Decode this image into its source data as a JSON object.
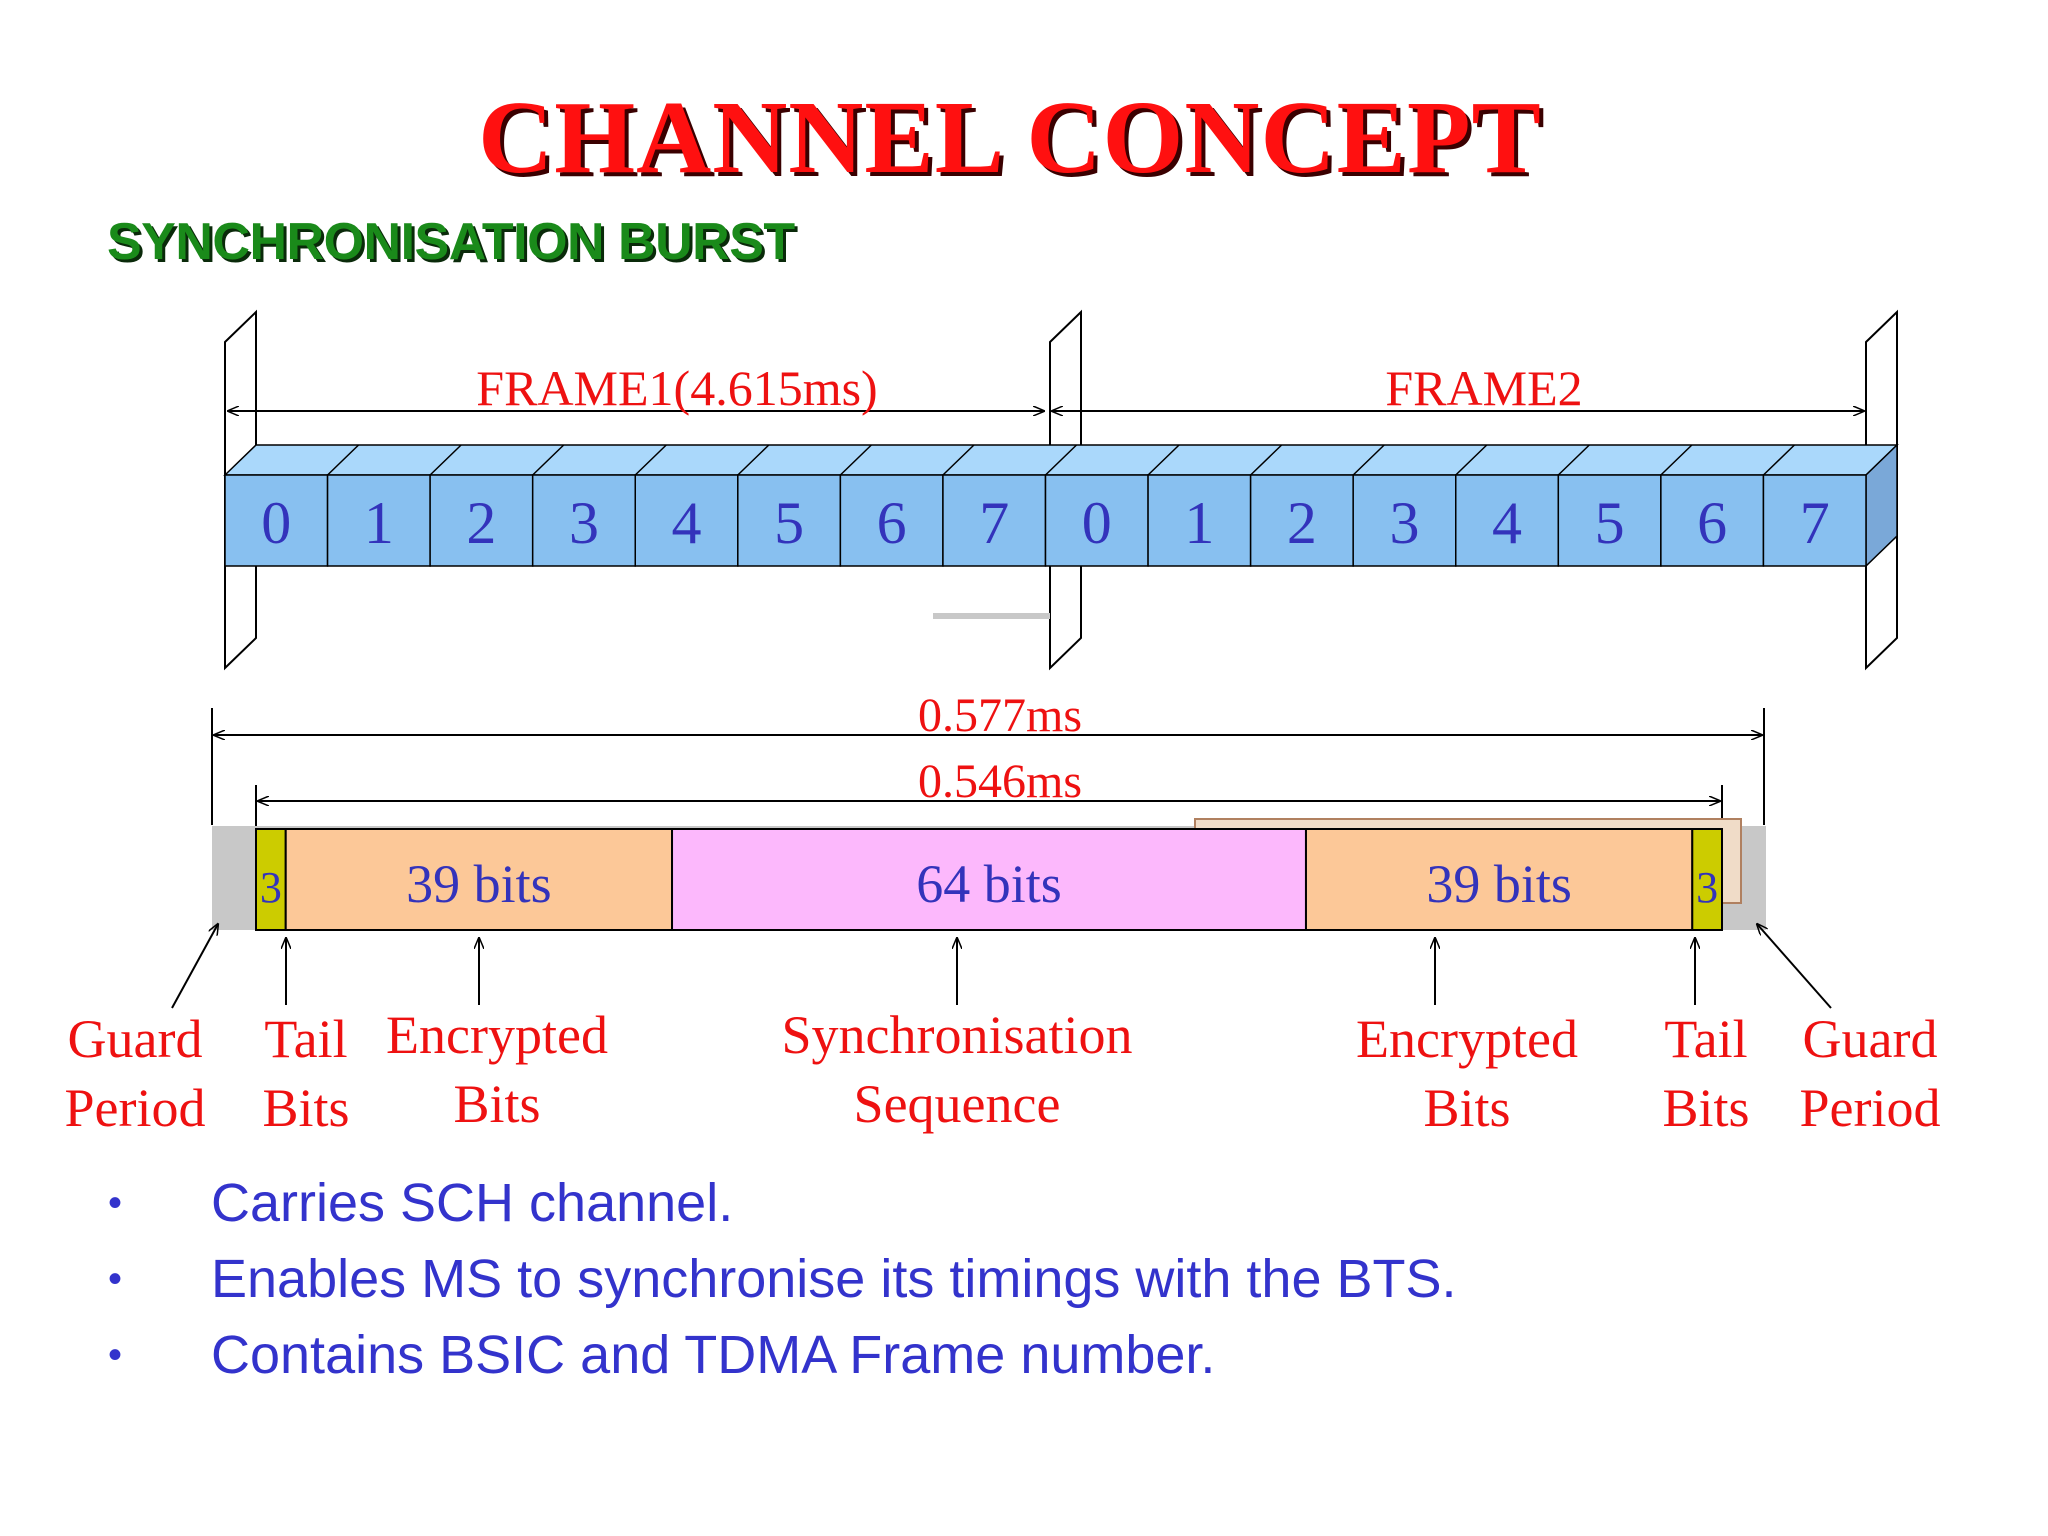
{
  "title": "CHANNEL CONCEPT",
  "subtitle": "SYNCHRONISATION BURST",
  "frames": {
    "frame1_label": "FRAME1(4.615ms)",
    "frame2_label": "FRAME2",
    "slots": [
      "0",
      "1",
      "2",
      "3",
      "4",
      "5",
      "6",
      "7",
      "0",
      "1",
      "2",
      "3",
      "4",
      "5",
      "6",
      "7"
    ],
    "slot_color": "#88c0f0"
  },
  "burst": {
    "duration_total": "0.577ms",
    "duration_useful": "0.546ms",
    "fields": [
      {
        "text": "3",
        "bits": 3,
        "color": "#cccc00"
      },
      {
        "text": "39 bits",
        "bits": 39,
        "color": "#fcc898"
      },
      {
        "text": "64 bits",
        "bits": 64,
        "color": "#fcb8fc"
      },
      {
        "text": "39 bits",
        "bits": 39,
        "color": "#fcc898"
      },
      {
        "text": "3",
        "bits": 3,
        "color": "#cccc00"
      }
    ],
    "guard_color": "#c8c8c8"
  },
  "labels": {
    "guard_left": [
      "Guard",
      "Period"
    ],
    "tail_left": [
      "Tail",
      "Bits"
    ],
    "encrypted_left": [
      "Encrypted",
      "Bits"
    ],
    "sync_sequence": [
      "Synchronisation",
      "Sequence"
    ],
    "encrypted_right": [
      "Encrypted",
      "Bits"
    ],
    "tail_right": [
      "Tail",
      "Bits"
    ],
    "guard_right": [
      "Guard",
      "Period"
    ]
  },
  "bullets": [
    "Carries SCH channel.",
    " Enables MS to synchronise its timings with the BTS.",
    "Contains BSIC and TDMA Frame number."
  ],
  "colors": {
    "title": "#ff1010",
    "subtitle": "#1a8a1a",
    "label_red": "#ee1111",
    "digit_blue": "#3333bb",
    "bullet_text": "#3333cc"
  }
}
